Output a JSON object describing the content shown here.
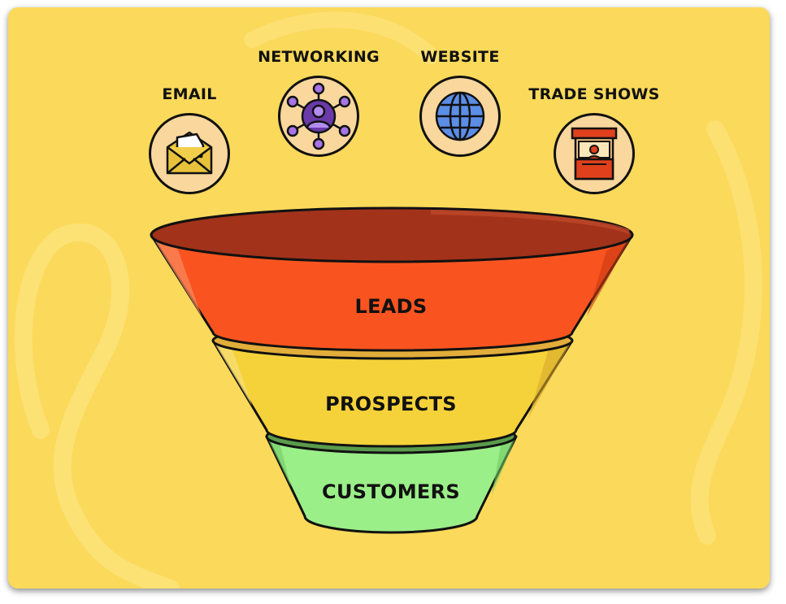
{
  "sources": [
    {
      "label": "EMAIL",
      "icon": "envelope-icon"
    },
    {
      "label": "NETWORKING",
      "icon": "network-icon"
    },
    {
      "label": "WEBSITE",
      "icon": "globe-icon"
    },
    {
      "label": "TRADE SHOWS",
      "icon": "booth-icon"
    }
  ],
  "funnel": {
    "stages": [
      {
        "label": "LEADS",
        "color": "#f9541f"
      },
      {
        "label": "PROSPECTS",
        "color": "#f6d23a"
      },
      {
        "label": "CUSTOMERS",
        "color": "#9bef89"
      }
    ]
  },
  "colors": {
    "background": "#fbd95a",
    "icon_circle": "#fad79c"
  }
}
